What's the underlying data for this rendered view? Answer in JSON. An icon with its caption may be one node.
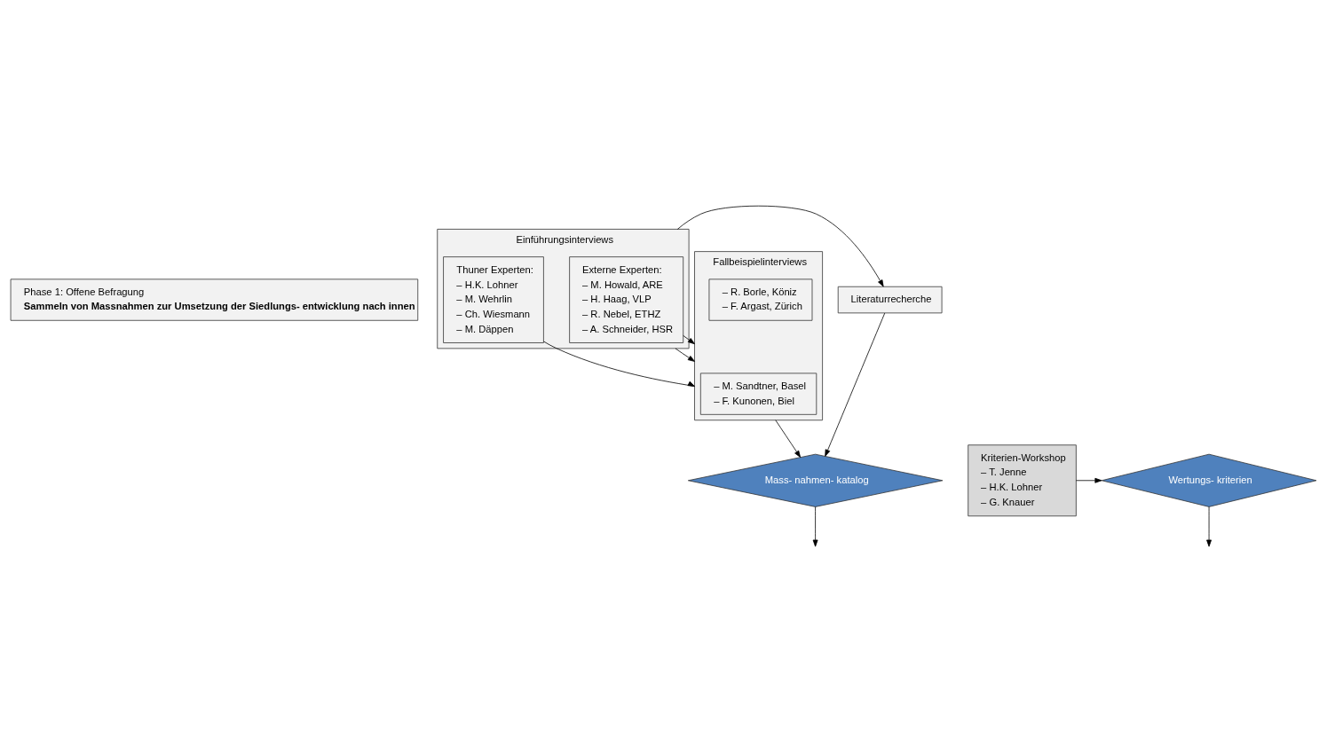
{
  "diagram": {
    "nodes": [
      {
        "text": [
          "Phase 1: Offene Befragung",
          "Sammeln von Massnahmen zur Umsetzung der Siedlungs- entwicklung nach innen"
        ]
      },
      {
        "text": [
          "Einführungsinterviews"
        ]
      },
      {
        "text": [
          "Externe Experten:",
          "– M. Howald, ARE",
          "– H. Haag, VLP",
          "– R. Nebel, ETHZ",
          "– A. Schneider, HSR"
        ],
        "in": 1
      },
      {
        "text": [
          "Thuner Experten:",
          "– H.K. Lohner",
          "– M. Wehrlin",
          "– Ch. Wiesmann",
          "– M. Däppen"
        ],
        "in": 1
      },
      {
        "text": [
          "Literaturrecherche"
        ]
      },
      {
        "text": [
          "Fallbeispielinterviews"
        ]
      },
      {
        "text": [
          "– M. Sandtner, Basel",
          "– F. Kunonen, Biel"
        ],
        "in": 5
      },
      {
        "text": [
          "– R. Borle, Köniz",
          "– F. Argast, Zürich"
        ],
        "in": 5
      },
      {
        "text": [
          "Mass- nahmen- katalog"
        ]
      },
      {
        "text": [
          "Kriterien-Workshop",
          "– T. Jenne",
          "– H.K. Lohner",
          "– G. Knauer"
        ]
      },
      {
        "text": [
          "Wertungs- kriterien"
        ]
      }
    ],
    "edges": [
      {
        "from": 1,
        "to": 4,
        "arrow": "to"
      },
      {
        "from": 1,
        "to": 5,
        "arrow": "to"
      },
      {
        "from": 2,
        "to": 5,
        "arrow": "to"
      },
      {
        "from": 3,
        "to": 5,
        "arrow": "to"
      },
      {
        "from": 5,
        "to": 8,
        "arrow": "to"
      },
      {
        "from": 4,
        "to": 8,
        "arrow": "to"
      },
      {
        "from": 9,
        "to": 10,
        "arrow": "to"
      },
      {
        "from": 8,
        "to": null,
        "arrow": "to"
      },
      {
        "from": 10,
        "to": null,
        "arrow": "to"
      }
    ]
  }
}
